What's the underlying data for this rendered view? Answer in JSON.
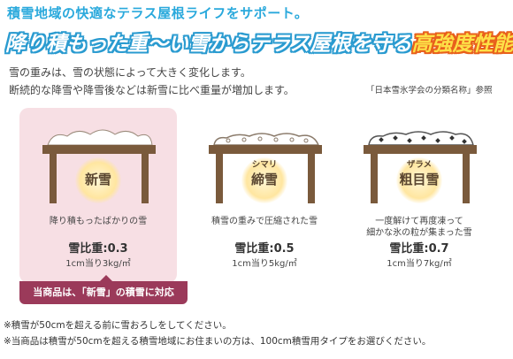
{
  "header": {
    "subtitle": "積雪地域の快適なテラス屋根ライフをサポート。",
    "headline": "降り積もった重〜い雪からテラス屋根を守る",
    "headline_accent": "高強度性能!!"
  },
  "intro": {
    "line1": "雪の重みは、雪の状態によって大きく変化します。",
    "line2": "断続的な降雪や降雪後などは新雪に比べ重量が増加します。",
    "reference": "「日本雪氷学会の分類名称」参照"
  },
  "snow_types": [
    {
      "ruby": "",
      "name": "新雪",
      "caption_line1": "降り積もったばかりの雪",
      "caption_line2": "",
      "ratio": "雪比重:0.3",
      "per_cm": "1cm当り3kg/㎡"
    },
    {
      "ruby": "シマリ",
      "name": "締雪",
      "caption_line1": "積雪の重みで圧縮された雪",
      "caption_line2": "",
      "ratio": "雪比重:0.5",
      "per_cm": "1cm当り5kg/㎡"
    },
    {
      "ruby": "ザラメ",
      "name": "粗目雪",
      "caption_line1": "一度解けて再度凍って",
      "caption_line2": "細かな氷の粒が集まった雪",
      "ratio": "雪比重:0.7",
      "per_cm": "1cm当り7kg/㎡"
    }
  ],
  "support_badge": "当商品は、「新雪」の積雪に対応",
  "footnotes": {
    "note1": "※積雪が50cmを超える前に雪おろしをしてください。",
    "note2": "※当商品は積雪が50cmを超える積雪地域にお住まいの方は、100cm積雪用タイプをお選びください。"
  },
  "colors": {
    "accent_blue": "#2aa9dc",
    "accent_yellow": "#fde047",
    "panel_highlight": "#f7dfe4",
    "badge": "#9b3a5a",
    "frame": "#7a5a3c"
  }
}
